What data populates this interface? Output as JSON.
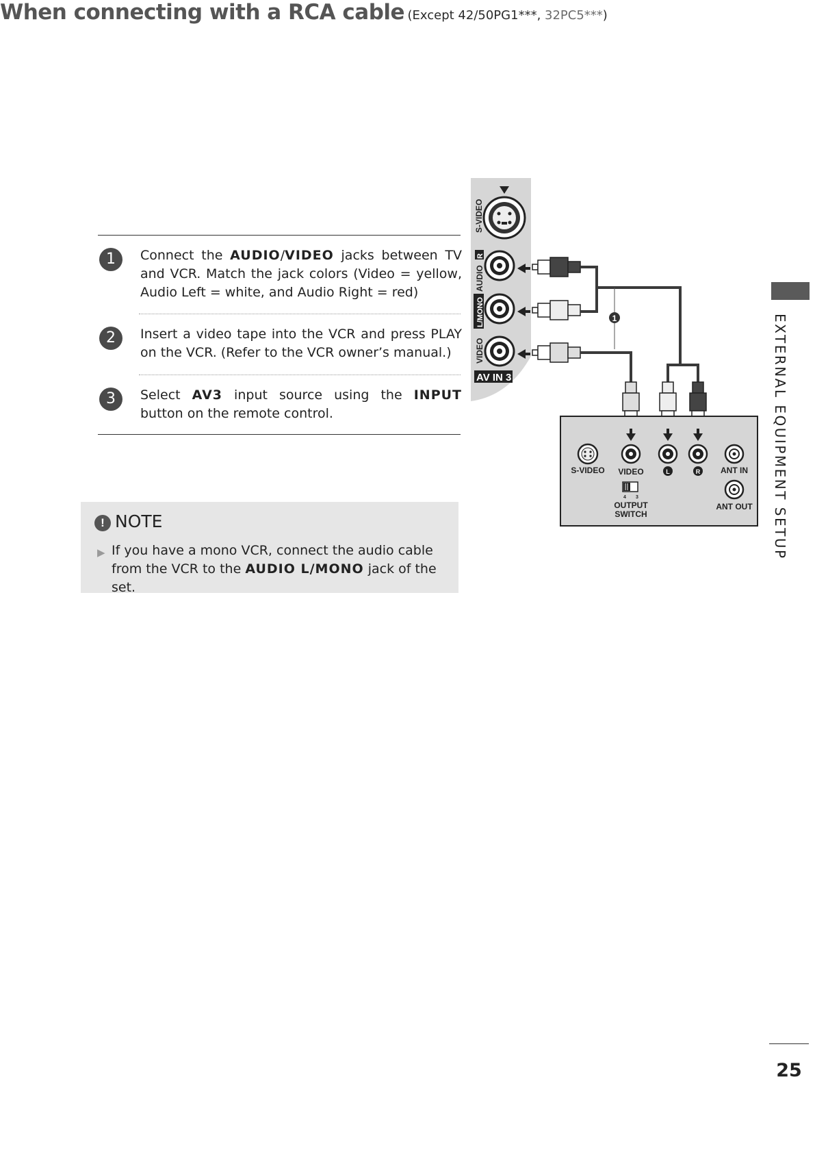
{
  "title": {
    "main": "When connecting with a RCA cable",
    "paren_open": "(Except 42/50PG1",
    "stars1": "***",
    "comma": ", ",
    "model2": "32PC5",
    "stars2": "***",
    "paren_close": ")"
  },
  "steps": [
    {
      "number": "1",
      "parts": [
        "Connect the ",
        "AUDIO",
        "/",
        "VIDEO",
        " jacks between TV and VCR. Match the jack colors (Video = yellow, Audio Left = white, and Audio Right = red)"
      ]
    },
    {
      "number": "2",
      "parts": [
        "Insert a video tape into the VCR and press PLAY on the VCR. (Refer to the VCR owner’s manual.)"
      ]
    },
    {
      "number": "3",
      "parts": [
        "Select ",
        "AV3",
        " input source using the ",
        "INPUT",
        " button on the remote control."
      ]
    }
  ],
  "note": {
    "icon": "!",
    "heading": "NOTE",
    "arrow": "▶",
    "parts": [
      "If you have a mono VCR, connect the audio cable from the VCR to the ",
      "AUDIO L/MONO",
      " jack of the set."
    ]
  },
  "diagram": {
    "tv_panel": {
      "s_video": "S-VIDEO",
      "audio": "AUDIO",
      "r_badge": "R",
      "l_mono": "L/MONO",
      "video": "VIDEO",
      "av_in": "AV IN 3"
    },
    "callout": "1",
    "vcr": {
      "s_video": "S-VIDEO",
      "video": "VIDEO",
      "l": "L",
      "r": "R",
      "ant_in": "ANT IN",
      "ant_out": "ANT OUT",
      "switch_4": "4",
      "switch_3": "3",
      "output": "OUTPUT",
      "switch": "SWITCH"
    }
  },
  "side_label": "EXTERNAL EQUIPMENT SETUP",
  "page_number": "25"
}
